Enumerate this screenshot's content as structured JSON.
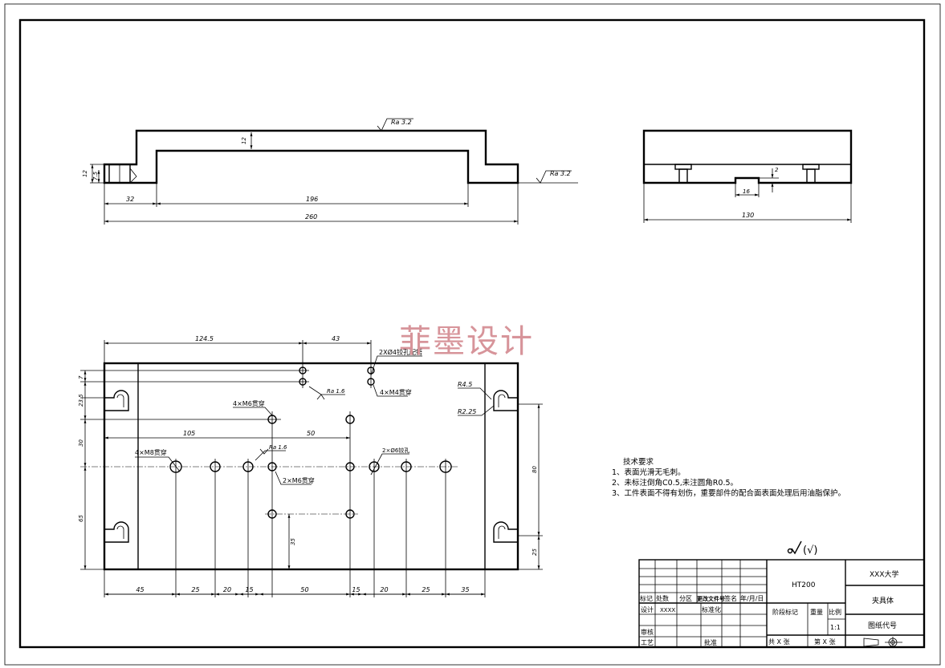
{
  "front_view": {
    "surface_top": "Ra 3.2",
    "surface_right": "Ra 3.2",
    "dim_thickness": "12",
    "dim_left_height": "12",
    "dim_left_step": "7.5",
    "dim_end": "32",
    "dim_inner": "196",
    "dim_total": "260"
  },
  "side_view": {
    "dim_groove_depth": "2",
    "dim_groove_width": "16",
    "dim_width": "130"
  },
  "plan_view": {
    "dim_top_1": "124.5",
    "dim_top_2": "43",
    "dim_left_1": "7",
    "dim_left_2": "23.5",
    "dim_left_3": "30",
    "dim_left_4": "65",
    "dim_right_1": "80",
    "dim_right_2": "25",
    "dim_105": "105",
    "dim_50": "50",
    "dim_35": "35",
    "bottom_dims": [
      "45",
      "25",
      "20",
      "15",
      "50",
      "15",
      "20",
      "25",
      "35"
    ],
    "labels": {
      "hole_2x": "2XØ4铰孔配铻",
      "ra16_a": "Ra 1.6",
      "m4_a": "4×M4贯穿",
      "m6_a": "4×M6贯穿",
      "m8": "4×M8贯穿",
      "ra16_b": "Ra 1.6",
      "m6_b": "2×M6贯穿",
      "hole_2x6": "2×Ø6铰孔",
      "r45": "R4.5",
      "r225": "R2.25"
    }
  },
  "watermark": "菲墨设计",
  "tech_notes": {
    "title": "技术要求",
    "line1": "1、表面光滑无毛刺。",
    "line2": "2、未标注倒角C0.5,未注圆角R0.5。",
    "line3": "3、工件表面不得有划伤，重要部件的配合面表面处理后用油脂保护。"
  },
  "general_roughness": "(√)",
  "title_block": {
    "material": "HT200",
    "school": "XXX大学",
    "part_name": "夹具体",
    "drawing_no": "图纸代号",
    "col_mark": "标记",
    "col_qty": "处数",
    "col_zone": "分区",
    "col_docno": "更改文件号",
    "col_sign": "签名",
    "col_date": "年/月/日",
    "design": "设计",
    "designer": "XXXX",
    "standard": "标准化",
    "stage": "阶段标记",
    "weight": "重量",
    "scale_label": "比例",
    "scale": "1:1",
    "review": "审核",
    "process": "工艺",
    "approve": "批准",
    "sheets_total": "共  X  张",
    "sheet_no": "第  X  张"
  }
}
